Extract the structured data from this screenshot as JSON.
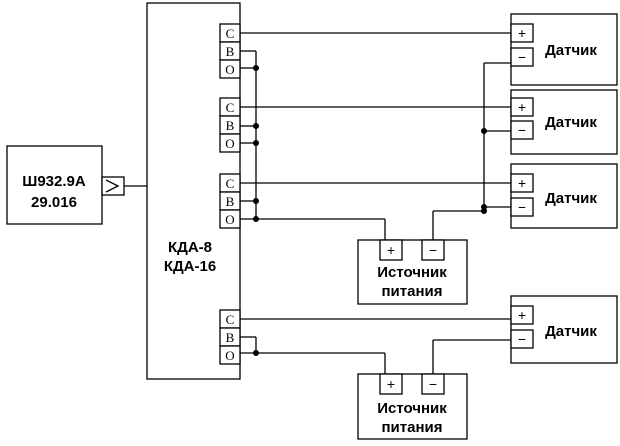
{
  "meter": {
    "line1": "Ш932.9А",
    "line2": "29.016"
  },
  "module": {
    "line1": "КДА-8",
    "line2": "КДА-16"
  },
  "pins": {
    "s": "С",
    "v": "В",
    "o": "О"
  },
  "sensor": {
    "label": "Датчик",
    "plus": "+",
    "minus": "−"
  },
  "psu": {
    "line1": "Источник",
    "line2": "питания",
    "plus": "+",
    "minus": "−"
  }
}
